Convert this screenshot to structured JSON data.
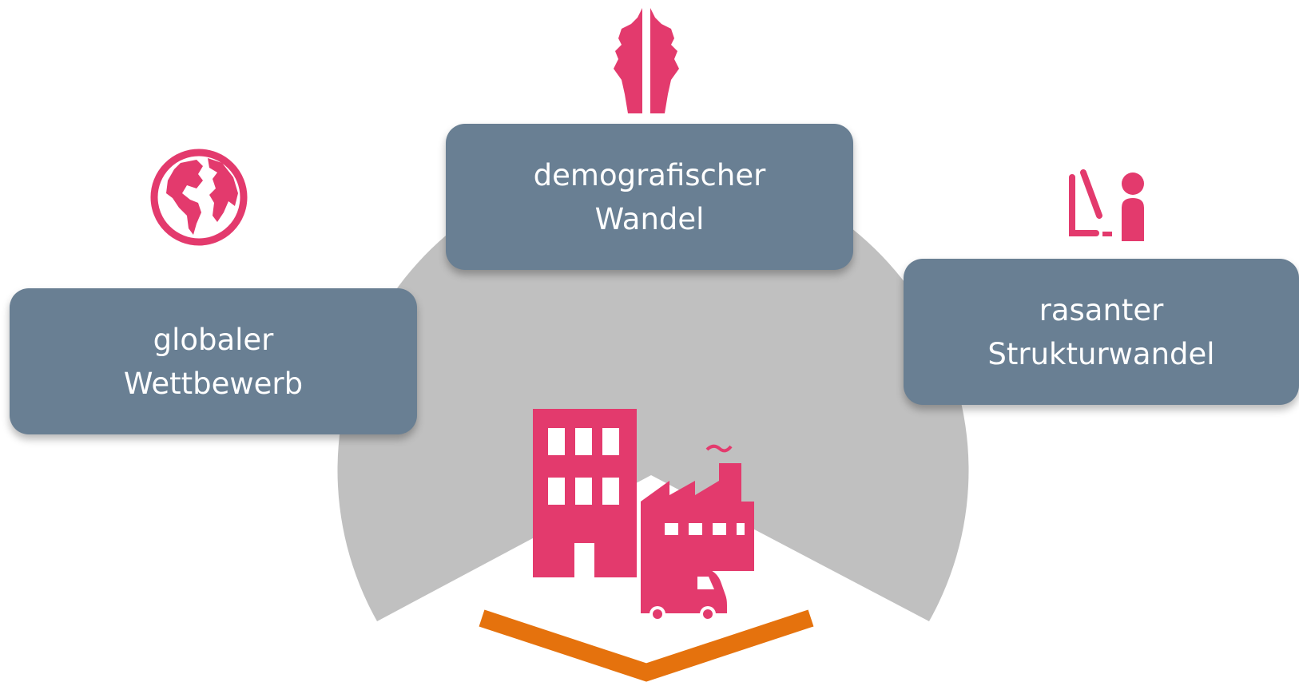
{
  "colors": {
    "box_fill": "#697f93",
    "box_text": "#ffffff",
    "accent_pink": "#e33a6d",
    "dome_gray": "#c0c0c0",
    "base_orange": "#e5720d"
  },
  "boxes": {
    "demografie": {
      "line1": "demografischer",
      "line2": "Wandel",
      "icon": "population-silhouette-icon"
    },
    "global": {
      "line1": "globaler",
      "line2": "Wettbewerb",
      "icon": "globe-icon"
    },
    "struktur": {
      "line1": "rasanter",
      "line2": "Strukturwandel",
      "icon": "person-at-workstation-icon"
    }
  },
  "center": {
    "icons": [
      "office-building-icon",
      "factory-icon",
      "delivery-van-icon"
    ]
  }
}
